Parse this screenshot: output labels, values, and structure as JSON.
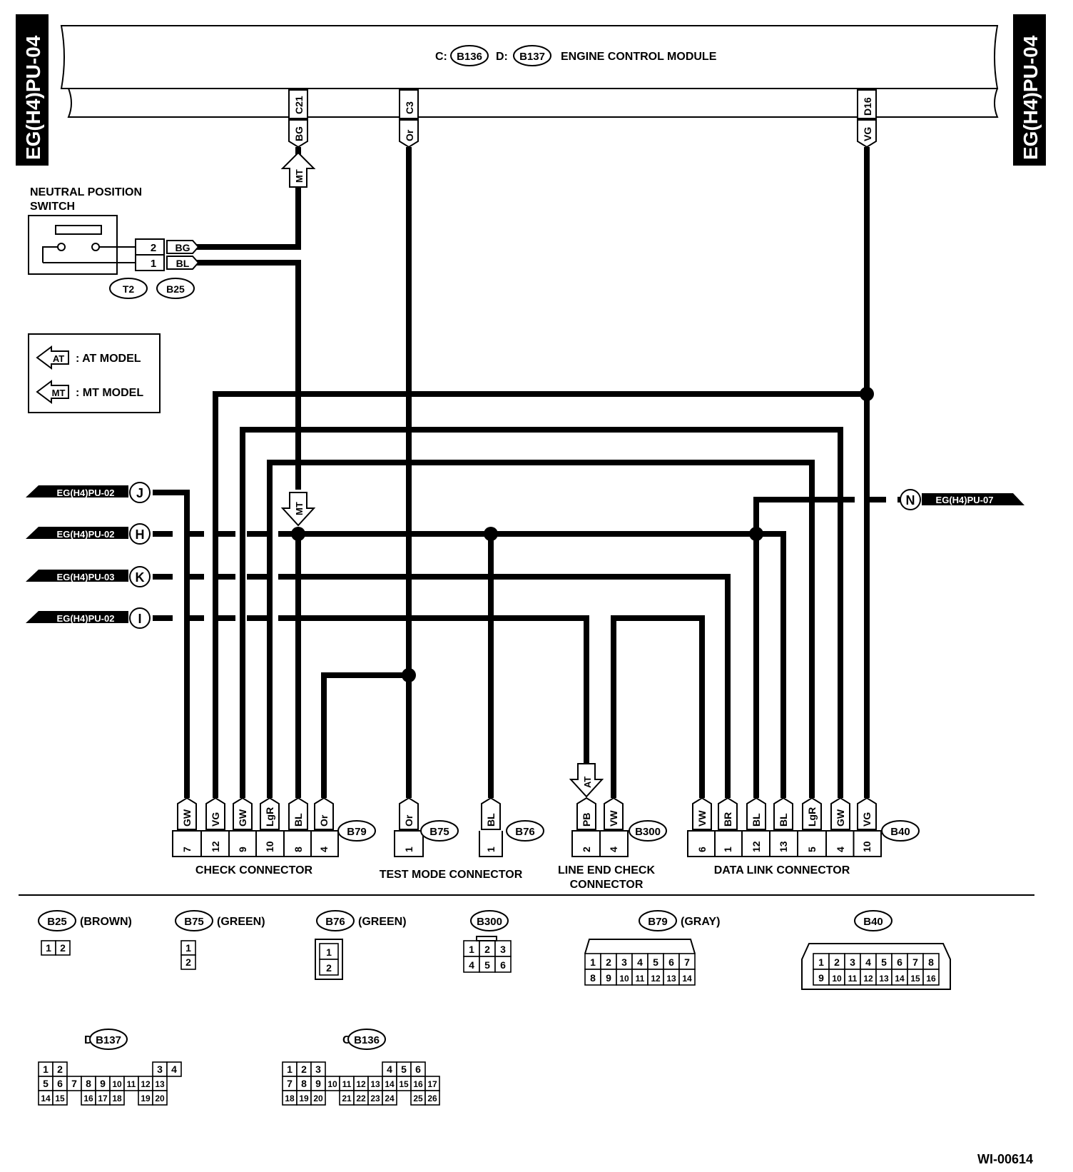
{
  "page_tags": {
    "left": "EG(H4)PU-04",
    "right": "EG(H4)PU-04"
  },
  "ecm": {
    "c_prefix": "C:",
    "c_conn": "B136",
    "d_prefix": "D:",
    "d_conn": "B137",
    "title": "ENGINE CONTROL MODULE",
    "pins": [
      {
        "pin": "C21",
        "color": "BG"
      },
      {
        "pin": "C3",
        "color": "Or"
      },
      {
        "pin": "D16",
        "color": "VG"
      }
    ]
  },
  "neutral_switch": {
    "title_line1": "NEUTRAL POSITION",
    "title_line2": "SWITCH",
    "pins": [
      {
        "pin": "2",
        "color": "BG"
      },
      {
        "pin": "1",
        "color": "BL"
      }
    ],
    "conn_a": "T2",
    "conn_b": "B25"
  },
  "legend": {
    "at_arrow": "AT",
    "at_text": ": AT MODEL",
    "mt_arrow": "MT",
    "mt_text": ": MT MODEL"
  },
  "mt_arrows": [
    "MT",
    "MT"
  ],
  "at_arrow": "AT",
  "offpage_left": [
    {
      "ref": "EG(H4)PU-02",
      "letter": "J"
    },
    {
      "ref": "EG(H4)PU-02",
      "letter": "H"
    },
    {
      "ref": "EG(H4)PU-03",
      "letter": "K"
    },
    {
      "ref": "EG(H4)PU-02",
      "letter": "I"
    }
  ],
  "offpage_right": {
    "ref": "EG(H4)PU-07",
    "letter": "N"
  },
  "connectors": [
    {
      "id": "B79",
      "name": "CHECK CONNECTOR",
      "name2": "",
      "pins": [
        {
          "color": "GW",
          "pin": "7"
        },
        {
          "color": "VG",
          "pin": "12"
        },
        {
          "color": "GW",
          "pin": "9"
        },
        {
          "color": "LgR",
          "pin": "10"
        },
        {
          "color": "BL",
          "pin": "8"
        },
        {
          "color": "Or",
          "pin": "4"
        }
      ]
    },
    {
      "id": "B75",
      "name": "TEST MODE CONNECTOR",
      "name2": "",
      "pins": [
        {
          "color": "Or",
          "pin": "1"
        }
      ]
    },
    {
      "id": "B76",
      "name": "",
      "name2": "",
      "pins": [
        {
          "color": "BL",
          "pin": "1"
        }
      ]
    },
    {
      "id": "B300",
      "name": "LINE END CHECK",
      "name2": "CONNECTOR",
      "pins": [
        {
          "color": "PB",
          "pin": "2"
        },
        {
          "color": "VW",
          "pin": "4"
        }
      ]
    },
    {
      "id": "B40",
      "name": "DATA LINK CONNECTOR",
      "name2": "",
      "pins": [
        {
          "color": "VW",
          "pin": "6"
        },
        {
          "color": "BR",
          "pin": "1"
        },
        {
          "color": "BL",
          "pin": "12"
        },
        {
          "color": "BL",
          "pin": "13"
        },
        {
          "color": "LgR",
          "pin": "5"
        },
        {
          "color": "GW",
          "pin": "4"
        },
        {
          "color": "VG",
          "pin": "10"
        }
      ]
    }
  ],
  "connector_views": [
    {
      "id": "B25",
      "desc": "(BROWN)",
      "rows": [
        [
          "1",
          "2"
        ]
      ]
    },
    {
      "id": "B75",
      "desc": "(GREEN)",
      "rows": [
        [
          "1"
        ],
        [
          "2"
        ]
      ]
    },
    {
      "id": "B76",
      "desc": "(GREEN)",
      "rows": [
        [
          "1"
        ],
        [
          "2"
        ]
      ]
    },
    {
      "id": "B300",
      "desc": "",
      "rows": [
        [
          "1",
          "2",
          "3"
        ],
        [
          "4",
          "5",
          "6"
        ]
      ]
    },
    {
      "id": "B79",
      "desc": "(GRAY)",
      "rows": [
        [
          "1",
          "2",
          "3",
          "4",
          "5",
          "6",
          "7"
        ],
        [
          "8",
          "9",
          "10",
          "11",
          "12",
          "13",
          "14"
        ]
      ]
    },
    {
      "id": "B40",
      "desc": "",
      "rows": [
        [
          "1",
          "2",
          "3",
          "4",
          "5",
          "6",
          "7",
          "8"
        ],
        [
          "9",
          "10",
          "11",
          "12",
          "13",
          "14",
          "15",
          "16"
        ]
      ]
    },
    {
      "id": "B137",
      "prefix": "D:",
      "desc": "",
      "rows": [
        [
          "1",
          "2",
          "",
          "",
          "",
          "",
          "",
          "",
          "3",
          "4"
        ],
        [
          "5",
          "6",
          "7",
          "8",
          "9",
          "10",
          "11",
          "12",
          "13"
        ],
        [
          "14",
          "15",
          "",
          "16",
          "17",
          "18",
          "",
          "19",
          "20"
        ]
      ]
    },
    {
      "id": "B136",
      "prefix": "C:",
      "desc": "",
      "rows": [
        [
          "1",
          "2",
          "3",
          "",
          "",
          "",
          "",
          "4",
          "5",
          "6"
        ],
        [
          "7",
          "8",
          "9",
          "10",
          "11",
          "12",
          "13",
          "14",
          "15",
          "16",
          "17"
        ],
        [
          "18",
          "19",
          "20",
          "",
          "21",
          "22",
          "23",
          "24",
          "",
          "25",
          "26"
        ]
      ]
    }
  ],
  "figure_id": "WI-00614"
}
